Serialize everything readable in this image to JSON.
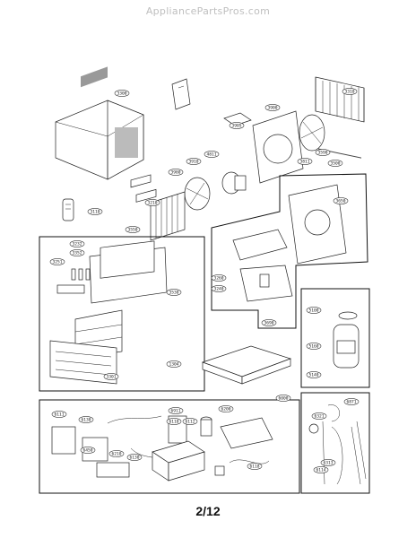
{
  "watermark": "AppliancePartsPros.com",
  "page_number": "2/12",
  "callouts": [
    {
      "id": "c3300",
      "text": "3300"
    },
    {
      "id": "c3310",
      "text": "3310"
    },
    {
      "id": "c3905",
      "text": "3905"
    },
    {
      "id": "c3900",
      "text": "3900"
    },
    {
      "id": "c4811",
      "text": "4811"
    },
    {
      "id": "c3910",
      "text": "3910"
    },
    {
      "id": "c3590",
      "text": "3590"
    },
    {
      "id": "c3811",
      "text": "3811"
    },
    {
      "id": "c3500",
      "text": "3500"
    },
    {
      "id": "c3980",
      "text": "3980"
    },
    {
      "id": "c3210",
      "text": "3210"
    },
    {
      "id": "c3110",
      "text": "3110"
    },
    {
      "id": "c3550",
      "text": "3550"
    },
    {
      "id": "c3650",
      "text": "3650"
    },
    {
      "id": "c3232",
      "text": "3232"
    },
    {
      "id": "c3251",
      "text": "3251"
    },
    {
      "id": "c3352",
      "text": "3352"
    },
    {
      "id": "c3530",
      "text": "3530"
    },
    {
      "id": "c3301",
      "text": "3301"
    },
    {
      "id": "c3260",
      "text": "3260"
    },
    {
      "id": "c3240",
      "text": "3240"
    },
    {
      "id": "c3690",
      "text": "3690"
    },
    {
      "id": "c5100",
      "text": "5100"
    },
    {
      "id": "c5160",
      "text": "5160"
    },
    {
      "id": "c5140",
      "text": "5140"
    },
    {
      "id": "c1304",
      "text": "1304"
    },
    {
      "id": "c6911",
      "text": "6911"
    },
    {
      "id": "c6000",
      "text": "6000"
    },
    {
      "id": "c6871",
      "text": "6871"
    },
    {
      "id": "c6111",
      "text": "6111"
    },
    {
      "id": "c6130",
      "text": "6130"
    },
    {
      "id": "c6110",
      "text": "6110"
    },
    {
      "id": "c6112",
      "text": "6112"
    },
    {
      "id": "c6200",
      "text": "6200"
    },
    {
      "id": "c6450",
      "text": "6450"
    },
    {
      "id": "c6210",
      "text": "6210"
    },
    {
      "id": "c6130b",
      "text": "6130"
    },
    {
      "id": "c6321",
      "text": "6321"
    },
    {
      "id": "c6313",
      "text": "6313"
    },
    {
      "id": "c6114",
      "text": "6114"
    },
    {
      "id": "c6118",
      "text": "6118"
    }
  ]
}
